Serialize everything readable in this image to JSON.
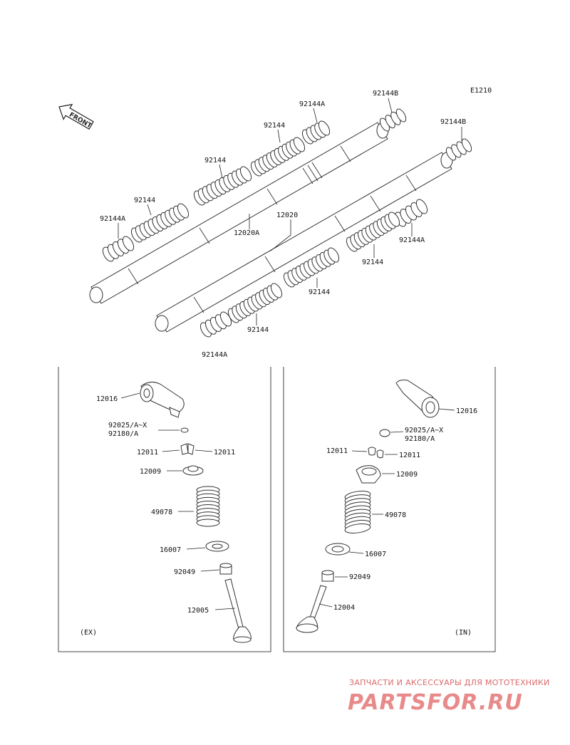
{
  "diagram_code": "E1210",
  "front_label": "FRONT",
  "labels": {
    "spring_a_top": "92144A",
    "spring_b_top": "92144B",
    "spring_b_right": "92144B",
    "spring_1": "92144",
    "spring_2": "92144",
    "spring_3": "92144",
    "spring_a_left": "92144A",
    "shaft_a": "12020A",
    "shaft": "12020",
    "spring_4": "92144",
    "spring_a_right": "92144A",
    "spring_5": "92144",
    "spring_6": "92144",
    "spring_a_bottom": "92144A",
    "ex_rocker": "12016",
    "ex_adjuster_1": "92025/A~X",
    "ex_adjuster_2": "92180/A",
    "ex_keeper_left": "12011",
    "ex_keeper_right": "12011",
    "ex_retainer": "12009",
    "ex_spring": "49078",
    "ex_seat": "16007",
    "ex_seal": "92049",
    "ex_valve": "12005",
    "ex_tag": "(EX)",
    "in_rocker": "12016",
    "in_adjuster_1": "92025/A~X",
    "in_adjuster_2": "92180/A",
    "in_keeper_left": "12011",
    "in_keeper_right": "12011",
    "in_retainer": "12009",
    "in_spring": "49078",
    "in_seat": "16007",
    "in_seal": "92049",
    "in_valve": "12004",
    "in_tag": "(IN)"
  },
  "watermark": {
    "tagline": "ЗАПЧАСТИ И АКСЕССУАРЫ ДЛЯ МОТОТЕХНИКИ",
    "brand": "PARTSFOR.RU"
  },
  "colors": {
    "line": "#333333",
    "watermark": "#e88a8a"
  }
}
